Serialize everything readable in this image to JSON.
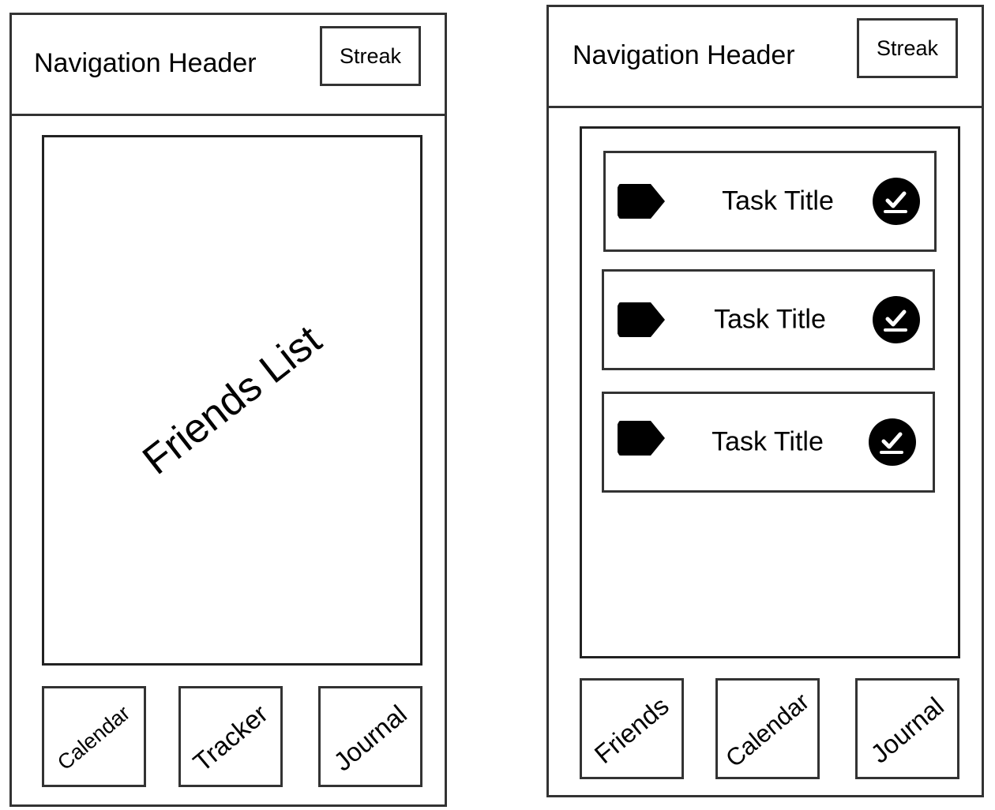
{
  "left_screen": {
    "header": {
      "title": "Navigation Header",
      "streak_label": "Streak"
    },
    "content": {
      "label": "Friends List"
    },
    "nav": [
      {
        "label": "Calendar"
      },
      {
        "label": "Tracker"
      },
      {
        "label": "Journal"
      }
    ]
  },
  "right_screen": {
    "header": {
      "title": "Navigation Header",
      "streak_label": "Streak"
    },
    "tasks": [
      {
        "title": "Task Title",
        "tag_icon": "tag-icon",
        "status_icon": "check-circle-icon"
      },
      {
        "title": "Task Title",
        "tag_icon": "tag-icon",
        "status_icon": "check-circle-icon"
      },
      {
        "title": "Task Title",
        "tag_icon": "tag-icon",
        "status_icon": "check-circle-icon"
      }
    ],
    "nav": [
      {
        "label": "Friends"
      },
      {
        "label": "Calendar"
      },
      {
        "label": "Journal"
      }
    ]
  }
}
